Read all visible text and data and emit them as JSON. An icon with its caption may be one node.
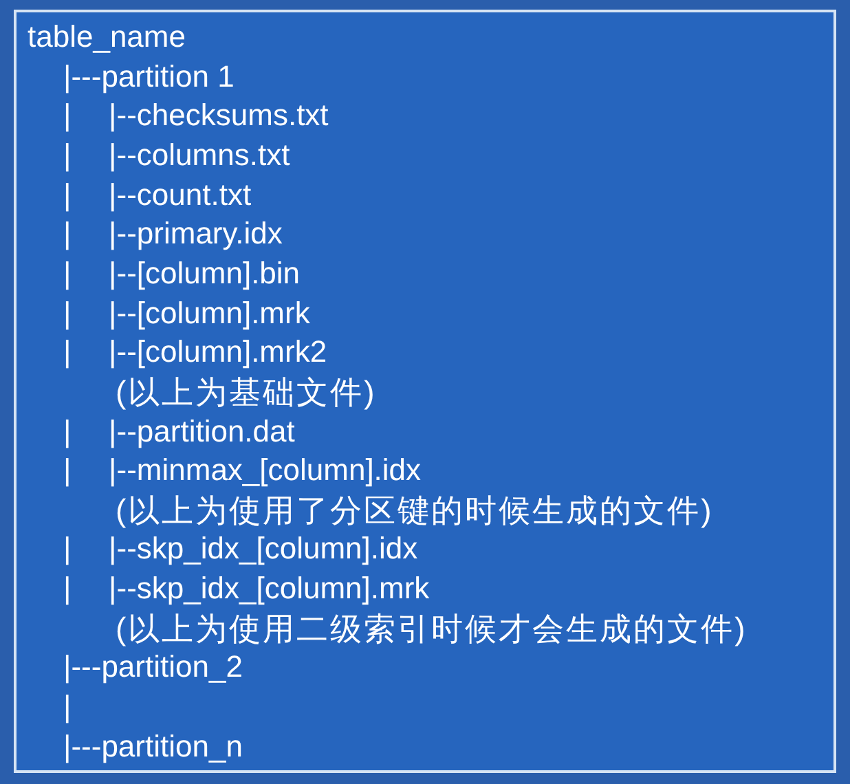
{
  "diagram": {
    "labels": [
      "table_name",
      "|---partition 1",
      "|   |--checksums.txt",
      "|   |--columns.txt",
      "|   |--count.txt",
      "|   |--primary.idx",
      "|   |--[column].bin",
      "|   |--[column].mrk",
      "|   |--[column].mrk2",
      "(以上为基础文件)",
      "|   |--partition.dat",
      "|   |--minmax_[column].idx",
      "(以上为使用了分区键的时候生成的文件)",
      "|   |--skp_idx_[column].idx",
      "|   |--skp_idx_[column].mrk",
      "(以上为使用二级索引时候才会生成的文件)",
      "|---partition_2",
      "|",
      "|---partition_n"
    ]
  }
}
